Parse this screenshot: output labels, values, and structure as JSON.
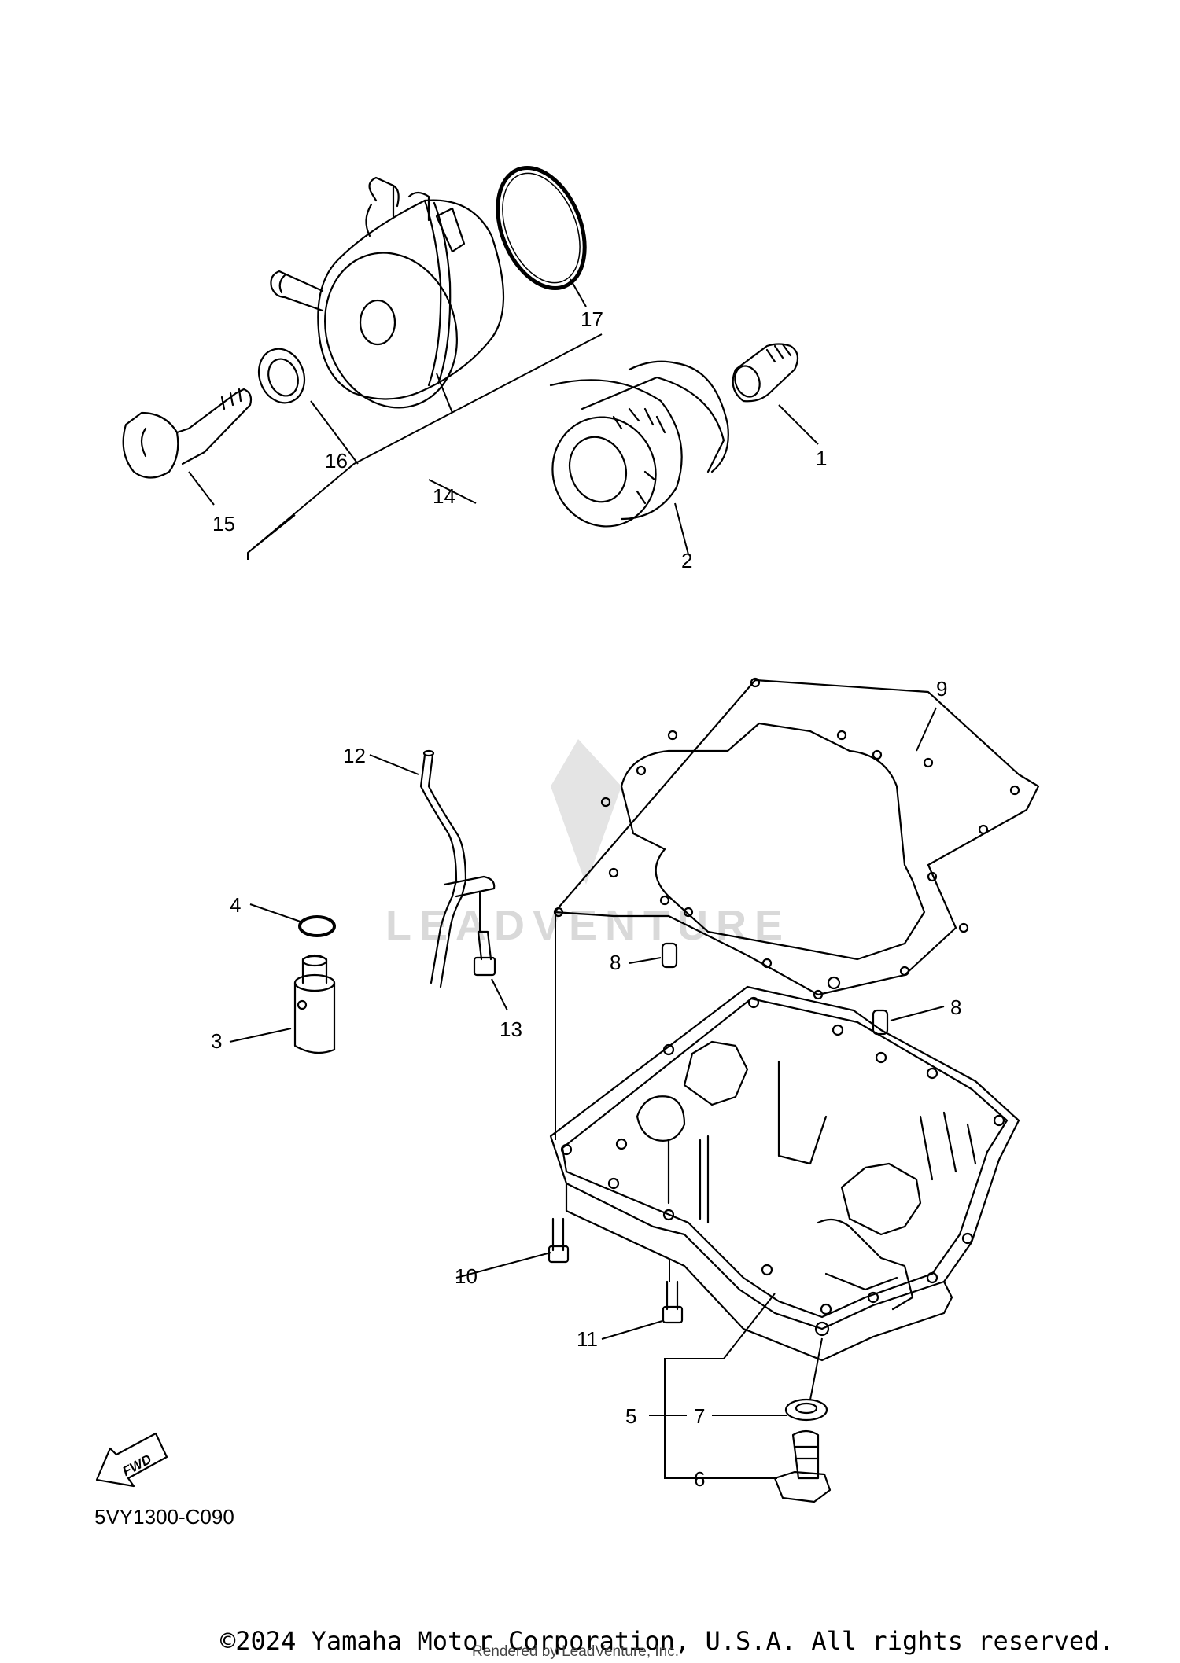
{
  "labels": {
    "p1": "1",
    "p2": "2",
    "p3": "3",
    "p4": "4",
    "p5": "5",
    "p6": "6",
    "p7": "7",
    "p8a": "8",
    "p8b": "8",
    "p9": "9",
    "p10": "10",
    "p11": "11",
    "p12": "12",
    "p13": "13",
    "p14": "14",
    "p15": "15",
    "p16": "16",
    "p17": "17"
  },
  "fwd": "FWD",
  "diagram_code": "5VY1300-C090",
  "watermark": "LEADVENTURE",
  "copyright": "©2024 Yamaha Motor Corporation, U.S.A. All rights reserved.",
  "rendered_by": "Rendered by LeadVenture, Inc."
}
